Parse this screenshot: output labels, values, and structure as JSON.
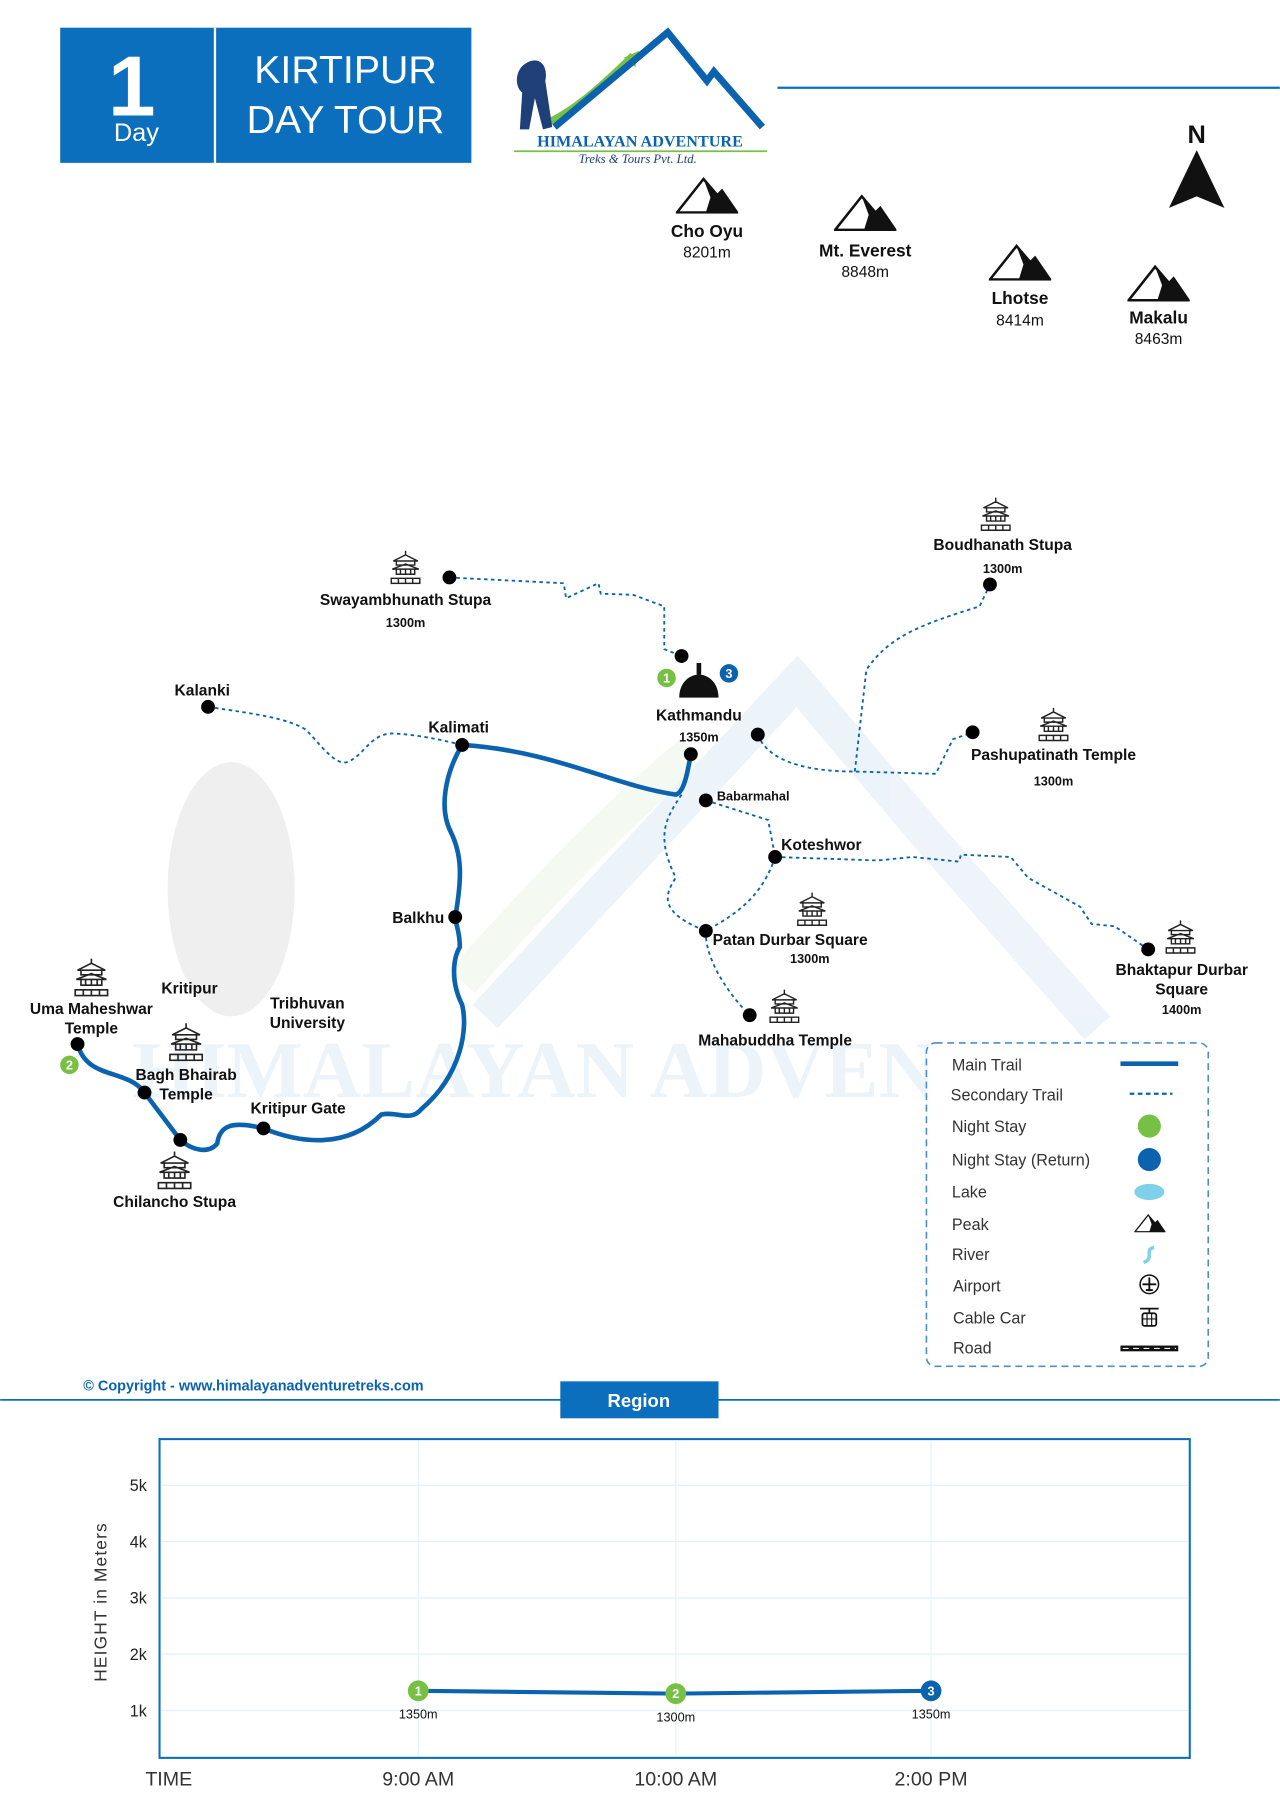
{
  "header": {
    "day_number": "1",
    "day_label": "Day",
    "title_line1": "KIRTIPUR",
    "title_line2": "DAY TOUR"
  },
  "logo": {
    "name": "HIMALAYAN ADVENTURE",
    "tagline": "Treks & Tours Pvt. Ltd."
  },
  "north": "N",
  "peaks": [
    {
      "name": "Cho Oyu",
      "height": "8201m"
    },
    {
      "name": "Mt. Everest",
      "height": "8848m"
    },
    {
      "name": "Lhotse",
      "height": "8414m"
    },
    {
      "name": "Makalu",
      "height": "8463m"
    }
  ],
  "places": {
    "swayambhunath": {
      "name": "Swayambhunath Stupa",
      "alt": "1300m"
    },
    "kathmandu": {
      "name": "Kathmandu",
      "alt": "1350m",
      "badge_start": "1",
      "badge_return": "3"
    },
    "boudhanath": {
      "name": "Boudhanath Stupa",
      "alt": "1300m"
    },
    "kalanki": {
      "name": "Kalanki"
    },
    "kalimati": {
      "name": "Kalimati"
    },
    "pashupatinath": {
      "name": "Pashupatinath Temple",
      "alt": "1300m"
    },
    "babarmahal": {
      "name": "Babarmahal"
    },
    "koteshwor": {
      "name": "Koteshwor"
    },
    "balkhu": {
      "name": "Balkhu"
    },
    "patan": {
      "name": "Patan Durbar Square",
      "alt": "1300m"
    },
    "bhaktapur": {
      "name1": "Bhaktapur Durbar",
      "name2": "Square",
      "alt": "1400m"
    },
    "mahabuddha": {
      "name": "Mahabuddha Temple"
    },
    "uma": {
      "name1": "Uma Maheshwar",
      "name2": "Temple",
      "badge": "2"
    },
    "kritipur": {
      "name": "Kritipur"
    },
    "tribhuvan": {
      "name1": "Tribhuvan",
      "name2": "University"
    },
    "bagh": {
      "name1": "Bagh Bhairab",
      "name2": "Temple"
    },
    "kritipur_gate": {
      "name": "Kritipur Gate"
    },
    "chilancho": {
      "name": "Chilancho Stupa"
    }
  },
  "legend": [
    {
      "label": "Main Trail",
      "icon": "main-trail"
    },
    {
      "label": "Secondary Trail",
      "icon": "secondary-trail"
    },
    {
      "label": "Night Stay",
      "icon": "green-dot"
    },
    {
      "label": "Night Stay (Return)",
      "icon": "blue-dot"
    },
    {
      "label": "Lake",
      "icon": "lake"
    },
    {
      "label": "Peak",
      "icon": "peak"
    },
    {
      "label": "River",
      "icon": "river"
    },
    {
      "label": "Airport",
      "icon": "airport"
    },
    {
      "label": "Cable Car",
      "icon": "cable-car"
    },
    {
      "label": "Road",
      "icon": "road"
    }
  ],
  "copyright": "© Copyright - www.himalayanadventuretreks.com",
  "region_label": "Region",
  "colors": {
    "brand": "#0b6fbd",
    "trail": "#0b63b0",
    "green": "#76c043",
    "blue": "#0b63b0"
  },
  "chart_data": {
    "type": "line",
    "ylabel": "HEIGHT in Meters",
    "xlabel": "TIME",
    "ylim": [
      0,
      5800
    ],
    "yticks": [
      {
        "v": 1000,
        "label": "1k"
      },
      {
        "v": 2000,
        "label": "2k"
      },
      {
        "v": 3000,
        "label": "3k"
      },
      {
        "v": 4000,
        "label": "4k"
      },
      {
        "v": 5000,
        "label": "5k"
      }
    ],
    "categories": [
      "9:00 AM",
      "10:00 AM",
      "2:00 PM"
    ],
    "points": [
      {
        "marker": "1",
        "value": 1350,
        "label": "1350m",
        "color": "#76c043"
      },
      {
        "marker": "2",
        "value": 1300,
        "label": "1300m",
        "color": "#76c043"
      },
      {
        "marker": "3",
        "value": 1350,
        "label": "1350m",
        "color": "#0b63b0"
      }
    ]
  }
}
